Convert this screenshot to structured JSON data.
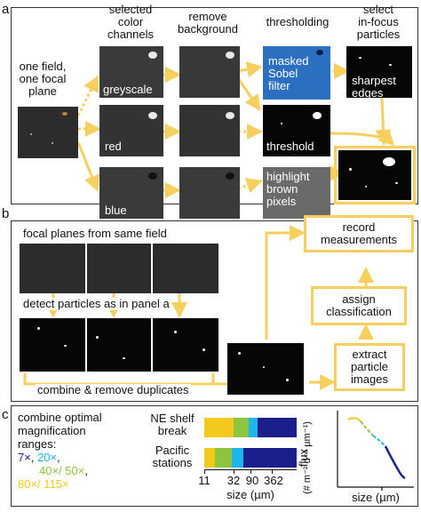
{
  "panel_a": {
    "label": "a",
    "start_label": "one field,\none focal\nplane",
    "heading_channels": "selected\ncolor\nchannels",
    "heading_background": "remove\nbackground",
    "heading_threshold": "thresholding",
    "heading_select": "select\nin-focus\nparticles",
    "channel_grey": "greyscale",
    "channel_red": "red",
    "channel_blue": "blue",
    "sobel_label": "masked\nSobel\nfilter",
    "threshold_label": "threshold",
    "brown_label": "highlight\nbrown\npixels",
    "sharpest_label": "sharpest\nedges"
  },
  "panel_b": {
    "label": "b",
    "focal_label": "focal planes from same field",
    "detect_label": "detect particles as in panel a",
    "combine_label": "combine & remove duplicates",
    "record_label": "record\nmeasurements",
    "assign_label": "assign\nclassification",
    "extract_label": "extract\nparticle\nimages"
  },
  "panel_c": {
    "label": "c",
    "ranges_title": "combine optimal\nmagnification\nranges:",
    "range_7": "7×",
    "range_20": "20×",
    "range_40_50": "40×/ 50×",
    "range_80_115": "80×/ 115×",
    "row1_label": "NE shelf\nbreak",
    "row2_label": "Pacific\nstations",
    "axis_ticks": [
      "11",
      "32",
      "90",
      "362"
    ],
    "axis_label": "size (µm)",
    "flux_label_1": "flux",
    "flux_label_2": "(# m⁻² d⁻¹ µm⁻¹)",
    "flux_xlabel": "size (µm)"
  },
  "colors": {
    "arrow": "#f7cf5e",
    "mag_7": "#1a1f8c",
    "mag_20": "#1eb5e8",
    "mag_40_50": "#8dc540",
    "mag_80_115": "#f4c91e"
  }
}
